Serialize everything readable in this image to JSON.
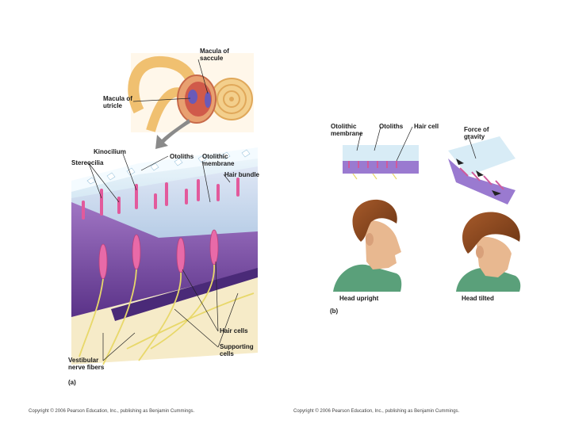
{
  "panel_a": {
    "labels": {
      "macula_saccule": "Macula of\nsaccule",
      "macula_utricle": "Macula of\nutricle",
      "kinocilium": "Kinocilium",
      "stereocilia": "Stereocilia",
      "otoliths": "Otoliths",
      "otolithic_membrane": "Otolithic\nmembrane",
      "hair_bundle": "Hair bundle",
      "hair_cells": "Hair cells",
      "supporting_cells": "Supporting\ncells",
      "vestibular_nerve_fibers": "Vestibular\nnerve fibers",
      "panel_letter": "(a)"
    }
  },
  "panel_b": {
    "labels": {
      "otolithic_membrane": "Otolithic\nmembrane",
      "otoliths": "Otoliths",
      "hair_cell": "Hair cell",
      "force_of_gravity": "Force of\ngravity",
      "head_upright": "Head upright",
      "head_tilted": "Head tilted",
      "panel_letter": "(b)"
    }
  },
  "copyright_left": "Copyright © 2006 Pearson Education, Inc., publishing as Benjamin Cummings.",
  "copyright_right": "Copyright © 2006 Pearson Education, Inc., publishing as Benjamin Cummings.",
  "colors": {
    "bone": "#f0c070",
    "membrane": "#d8ecf6",
    "tissue": "#7a4fa8",
    "hair_cell": "#e86aa8",
    "nerve": "#e8d86a",
    "skin": "#e8b890",
    "hair": "#8a4a22",
    "shirt": "#5aa07a"
  }
}
